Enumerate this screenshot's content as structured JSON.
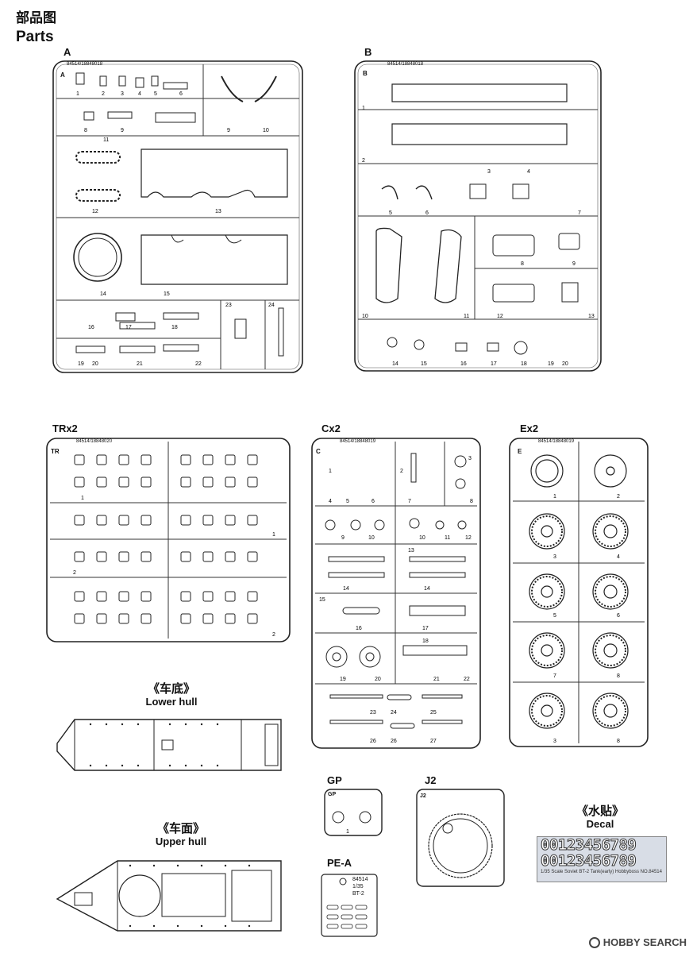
{
  "header": {
    "title_cn": "部品图",
    "title_en": "Parts"
  },
  "sprues": {
    "A": {
      "label": "A",
      "code": "84514/18848018",
      "tag": "A"
    },
    "B": {
      "label": "B",
      "code": "84514/18848018",
      "tag": "B"
    },
    "TR": {
      "label": "TRx2",
      "code": "84514/18848020",
      "tag": "TR"
    },
    "C": {
      "label": "Cx2",
      "code": "84514/18848019",
      "tag": "C"
    },
    "E": {
      "label": "Ex2",
      "code": "84514/18848019",
      "tag": "E"
    },
    "GP": {
      "label": "GP",
      "tag": "GP"
    },
    "J2": {
      "label": "J2",
      "tag": "J2"
    },
    "PEA": {
      "label": "PE-A",
      "line1": "84514",
      "line2": "1/35",
      "line3": "BT-2"
    }
  },
  "captions": {
    "lower_cn": "《车底》",
    "lower_en": "Lower hull",
    "upper_cn": "《车面》",
    "upper_en": "Upper hull",
    "decal_cn": "《水贴》",
    "decal_en": "Decal"
  },
  "decal": {
    "row1": "00123456789",
    "row2": "00123456789",
    "note": "1/35 Scale  Soviet BT-2 Tank(early)  Hobbyboss  NO.84514"
  },
  "watermark": {
    "text": "HOBBY SEARCH"
  }
}
